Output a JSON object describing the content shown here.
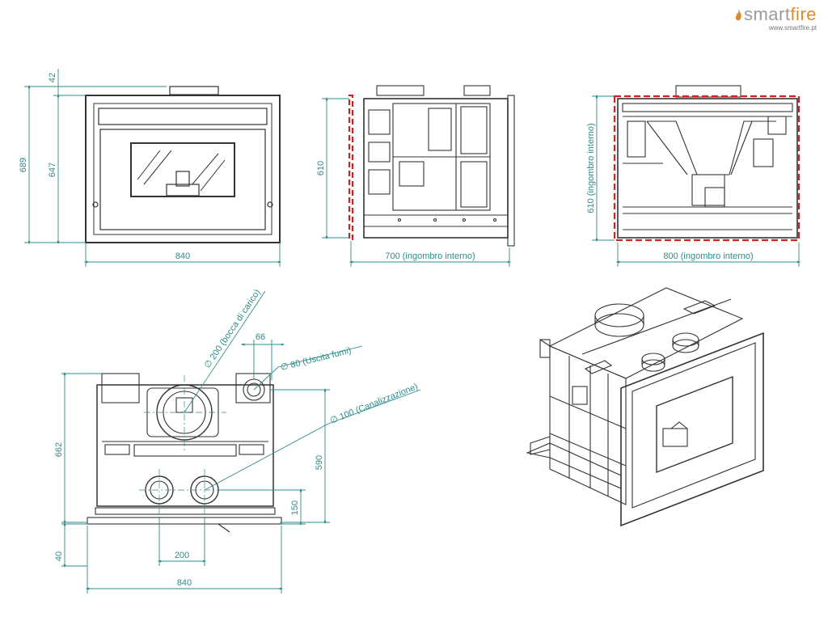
{
  "brand": {
    "name_plain": "smart",
    "name_accent": "fire",
    "url": "www.smartfire.pt",
    "accent_color": "#e08a2a"
  },
  "colors": {
    "line": "#333333",
    "dimension": "#2e8b8b",
    "highlight": "#d62020"
  },
  "front_view": {
    "dim_top": "42",
    "dim_total_height": "689",
    "dim_body_height": "647",
    "dim_width": "840"
  },
  "side_view": {
    "dim_height": "610",
    "dim_width": "700 (ingombro interno)"
  },
  "rear_view": {
    "dim_height": "610 (ingombro interno)",
    "dim_width": "800 (ingombro interno)"
  },
  "top_view": {
    "dim_66": "66",
    "label_loading": "∅ 200 (bocca di carico)",
    "label_flue": "∅ 80 (Uscita fumi)",
    "label_channel": "∅ 100 (Canalizzazione)",
    "dim_662": "662",
    "dim_590": "590",
    "dim_150": "150",
    "dim_40": "40",
    "dim_200": "200",
    "dim_840": "840"
  }
}
